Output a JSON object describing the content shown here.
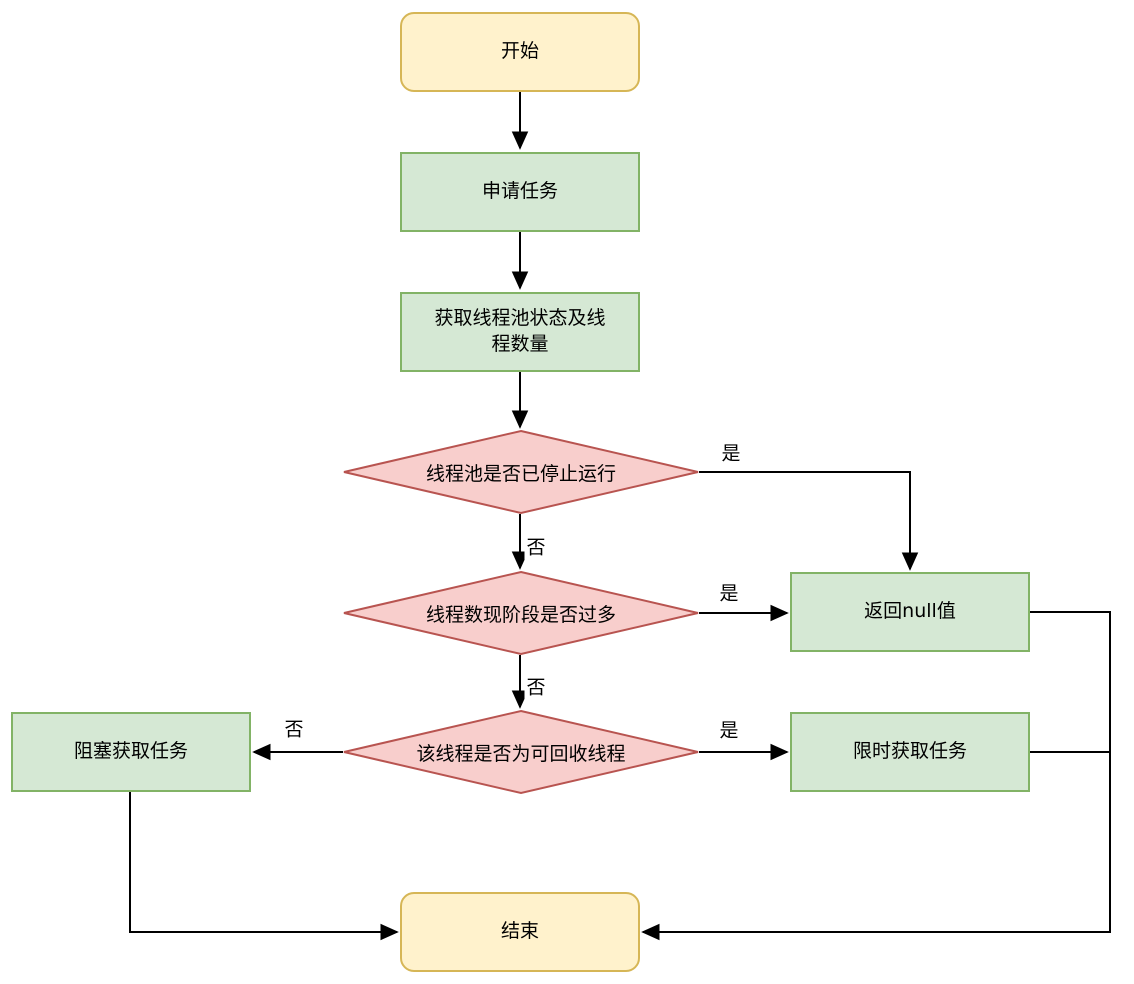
{
  "flowchart": {
    "nodes": {
      "start": {
        "label": "开始",
        "type": "terminal"
      },
      "apply_task": {
        "label": "申请任务",
        "type": "process"
      },
      "get_pool_status": {
        "label": "获取线程池状态及线程数量",
        "type": "process"
      },
      "pool_stopped_decision": {
        "label": "线程池是否已停止运行",
        "type": "decision"
      },
      "too_many_threads_decision": {
        "label": "线程数现阶段是否过多",
        "type": "decision"
      },
      "recyclable_decision": {
        "label": "该线程是否为可回收线程",
        "type": "decision"
      },
      "return_null": {
        "label": "返回null值",
        "type": "process"
      },
      "block_get_task": {
        "label": "阻塞获取任务",
        "type": "process"
      },
      "timed_get_task": {
        "label": "限时获取任务",
        "type": "process"
      },
      "end": {
        "label": "结束",
        "type": "terminal"
      }
    },
    "edge_labels": {
      "pool_stopped_yes": "是",
      "pool_stopped_no": "否",
      "too_many_yes": "是",
      "too_many_no": "否",
      "recyclable_yes": "是",
      "recyclable_no": "否"
    },
    "colors": {
      "terminal_fill": "#FFF2CC",
      "terminal_stroke": "#D6B656",
      "process_fill": "#D5E8D4",
      "process_stroke": "#82B366",
      "decision_fill": "#F8CECC",
      "decision_stroke": "#B85450",
      "connector": "#000000",
      "text": "#000000",
      "background": "#FFFFFF"
    }
  }
}
